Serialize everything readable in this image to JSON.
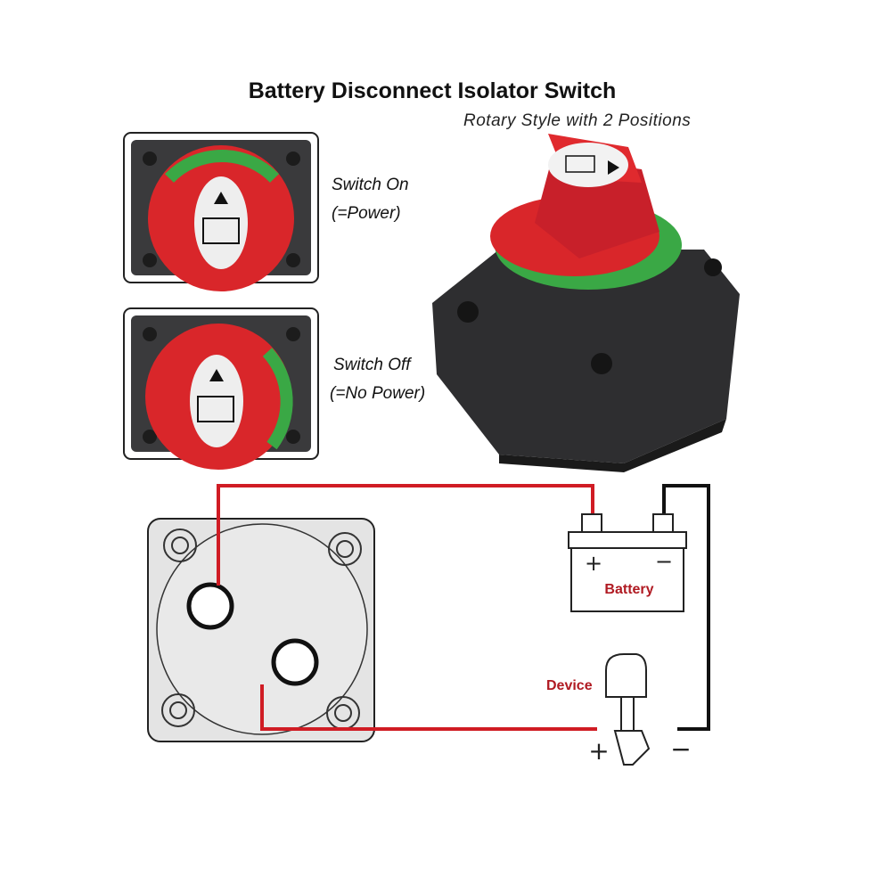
{
  "title": "Battery Disconnect Isolator Switch",
  "subtitle": "Rotary Style with 2 Positions",
  "panels": [
    {
      "line1": "Switch On",
      "line2": "(=Power)"
    },
    {
      "line1": "Switch Off",
      "line2": "(=No Power)"
    }
  ],
  "diagram": {
    "battery_label": "Battery",
    "device_label": "Device",
    "plus_symbol": "+",
    "minus_symbol": "−"
  },
  "colors": {
    "wire_positive": "#d01c24",
    "wire_negative": "#111111",
    "knob_red": "#d9262a",
    "ring_green": "#3aa845",
    "housing": "#2e2e30"
  }
}
